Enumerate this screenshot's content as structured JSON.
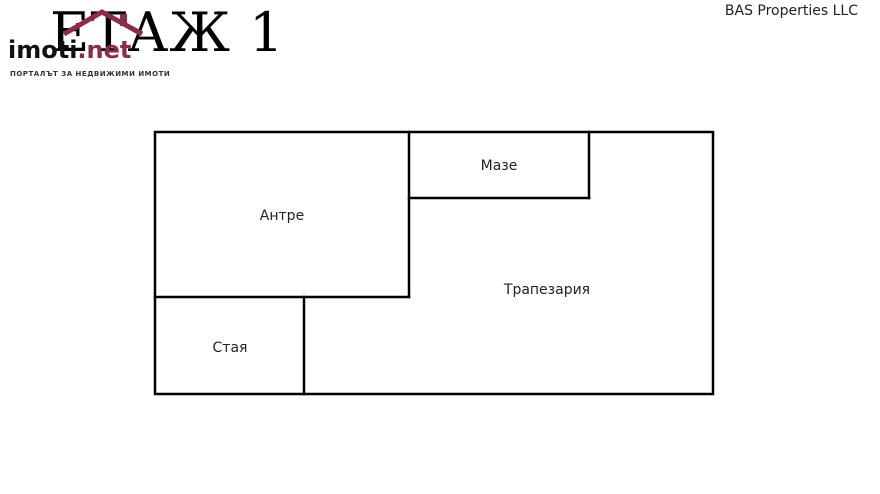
{
  "header": {
    "floor_title": "ЕТАЖ 1",
    "agency": "BAS Properties LLC"
  },
  "watermark": {
    "brand_prefix": "imoti",
    "brand_suffix": ".net",
    "tagline": "ПОРТАЛЪТ ЗА НЕДВИЖИМИ ИМОТИ",
    "accent_color": "#8e2b4a"
  },
  "floorplan": {
    "rooms": [
      {
        "id": "antre",
        "label": "Антре"
      },
      {
        "id": "maze",
        "label": "Мазе"
      },
      {
        "id": "trapezaria",
        "label": "Трапезария"
      },
      {
        "id": "staya",
        "label": "Стая"
      }
    ]
  }
}
